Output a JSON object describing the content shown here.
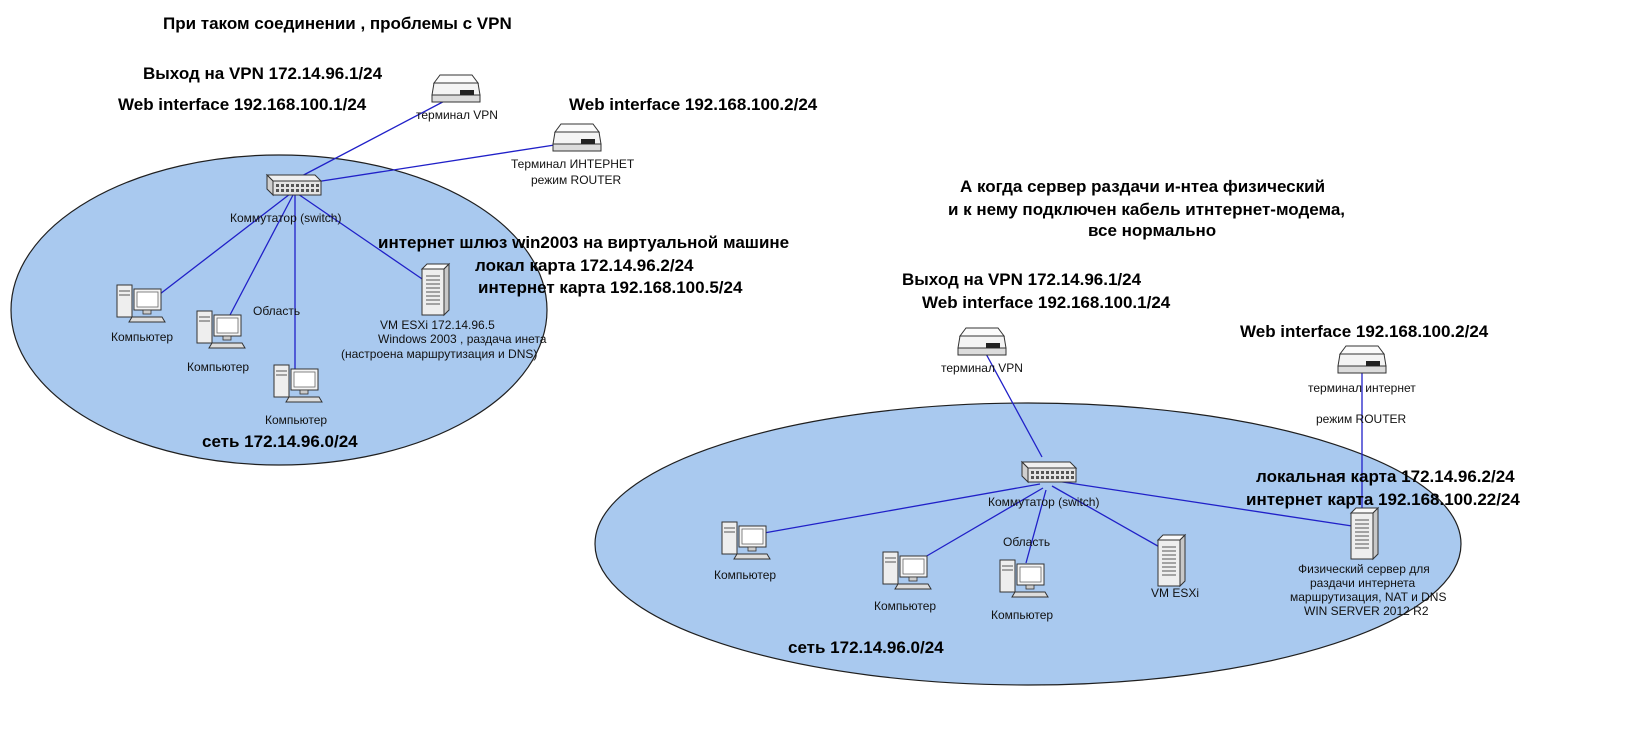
{
  "left_scheme": {
    "title": "При таком соединении ,  проблемы с VPN",
    "vpn_exit": "Выход на VPN 172.14.96.1/24",
    "vpn_web": "Web interface 192.168.100.1/24",
    "router_web": "Web interface 192.168.100.2/24",
    "vpn_terminal_label": "терминал VPN",
    "router_label_1": "Терминал  ИНТЕРНЕТ",
    "router_label_2": "режим ROUTER",
    "switch_label": "Коммутатор (switch)",
    "gateway_1": "интернет шлюз win2003 на виртуальной машине",
    "gateway_2": "локал карта 172.14.96.2/24",
    "gateway_3": "интернет карта 192.168.100.5/24",
    "server_1": "VM ESXi 172.14.96.5",
    "server_2": "Windows 2003 , раздача инета",
    "server_3": "(настроена маршрутизация и DNS)",
    "area_label": "Область",
    "pc_label": "Компьютер",
    "network": "сеть 172.14.96.0/24"
  },
  "right_scheme": {
    "title_1": "А когда сервер раздачи и-нтеа физический",
    "title_2": "и к нему подключен кабель итнтернет-модема,",
    "title_3": "все нормально",
    "vpn_exit": "Выход на VPN 172.14.96.1/24",
    "vpn_web": "Web interface 192.168.100.1/24",
    "router_web": "Web interface 192.168.100.2/24",
    "vpn_terminal_label": "терминал VPN",
    "router_label_1": "терминал интернет",
    "router_label_2": "режим ROUTER",
    "card_1": "локальная карта 172.14.96.2/24",
    "card_2": "интернет карта 192.168.100.22/24",
    "switch_label": "Коммутатор (switch)",
    "area_label": "Область",
    "pc_label": "Компьютер",
    "vm_label": "VM ESXi",
    "server_1": "Физический сервер для",
    "server_2": "раздачи интернета",
    "server_3": "маршрутизация, NAT и DNS",
    "server_4": "WIN SERVER 2012 R2",
    "network": "сеть 172.14.96.0/24"
  }
}
